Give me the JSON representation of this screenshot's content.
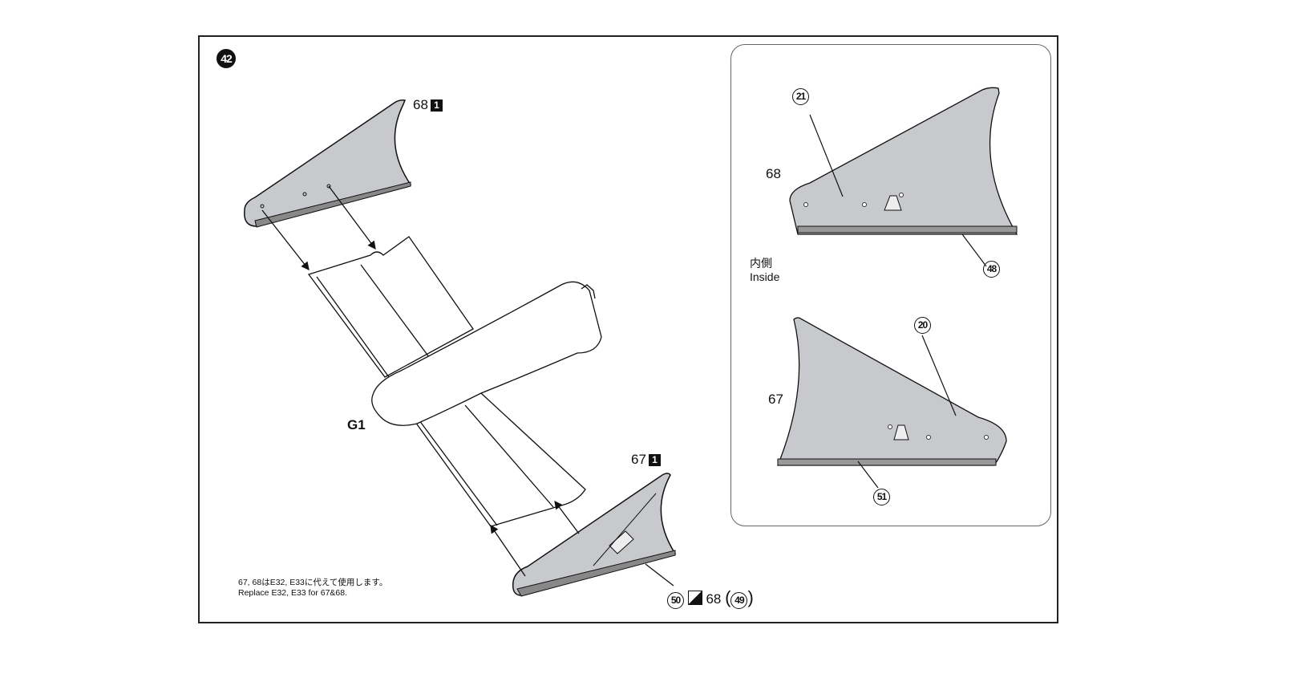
{
  "step_number": "42",
  "main": {
    "part_68_label": "68",
    "part_68_qty": "1",
    "part_67_label": "67",
    "part_67_qty": "1",
    "wing_label": "G1",
    "decal_50": "50",
    "decal_68_ref": "68",
    "decal_49": "49",
    "note_jp": "67, 68はE32, E33に代えて使用します。",
    "note_en": "Replace E32, E33 for 67&68."
  },
  "inset": {
    "inside_jp": "内側",
    "inside_en": "Inside",
    "upper_part": "68",
    "upper_decal_a": "21",
    "upper_decal_b": "48",
    "lower_part": "67",
    "lower_decal_a": "20",
    "lower_decal_b": "51"
  },
  "colors": {
    "part_fill": "#c8c9cd",
    "line": "#111111"
  }
}
